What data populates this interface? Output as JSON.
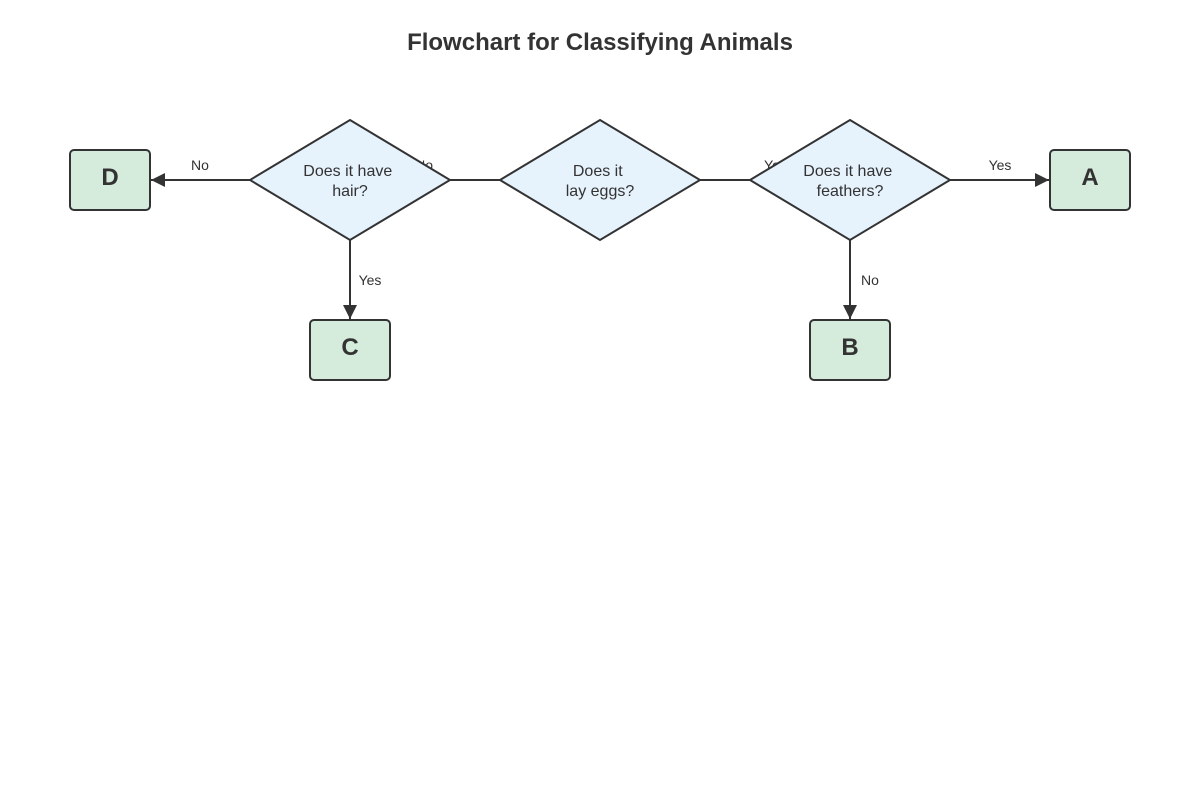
{
  "title": "Flowchart for Classifying Animals",
  "colors": {
    "text": "#333333",
    "stroke": "#333333",
    "decision_fill": "#e6f2fc",
    "leaf_fill": "#d5ecdc"
  },
  "nodes": {
    "lay_eggs": {
      "line1": "Does it",
      "line2": "lay eggs?"
    },
    "has_hair": {
      "line1": "Does it have",
      "line2": "hair?"
    },
    "has_feathers": {
      "line1": "Does it have",
      "line2": "feathers?"
    },
    "leaf_a": "A",
    "leaf_b": "B",
    "leaf_c": "C",
    "leaf_d": "D"
  },
  "edges": {
    "eggs_to_hair": "No",
    "eggs_to_feathers": "Yes",
    "hair_to_d": "No",
    "hair_to_c": "Yes",
    "feathers_to_a": "Yes",
    "feathers_to_b": "No"
  }
}
